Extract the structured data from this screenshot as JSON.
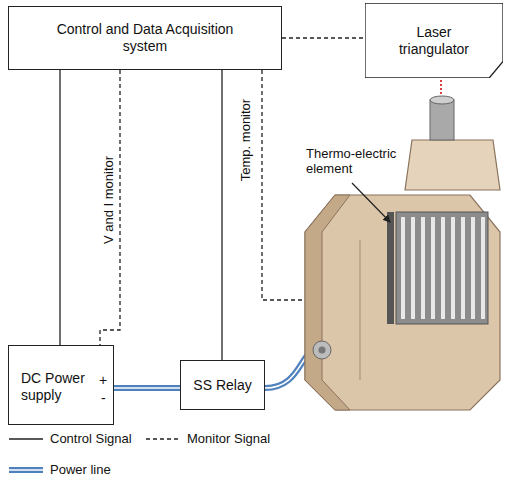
{
  "diagram": {
    "nodes": [
      {
        "text": [
          "Control and Data Acquisition system"
        ]
      },
      {
        "text": [
          "Laser triangulator"
        ]
      },
      {
        "text": [
          "DC Power supply",
          "+",
          "-"
        ]
      },
      {
        "text": [
          "SS Relay"
        ]
      }
    ],
    "edges": [
      {
        "from": 0,
        "to": 2,
        "arrow": "none"
      },
      {
        "from": 0,
        "to": 2,
        "label": "V and I monitor",
        "arrow": "none"
      },
      {
        "from": 0,
        "to": 3,
        "arrow": "none"
      },
      {
        "from": 0,
        "to": 1,
        "arrow": "none"
      },
      {
        "from": 2,
        "to": 3,
        "arrow": "none"
      }
    ],
    "labels": [
      "Temp. monitor",
      "Thermo-electric element"
    ],
    "legend": [
      {
        "text": "Control Signal"
      },
      {
        "text": "Monitor Signal"
      },
      {
        "text": "Power line"
      }
    ]
  }
}
